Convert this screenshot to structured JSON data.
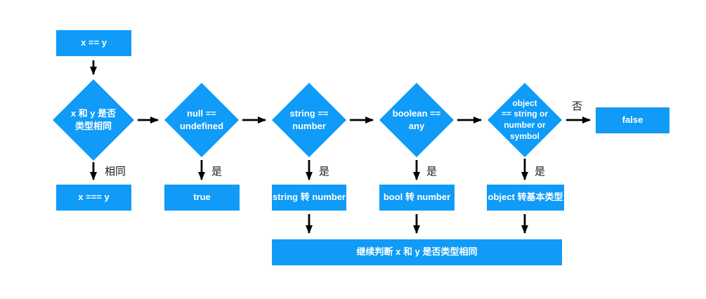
{
  "colors": {
    "node_fill": "#0f9bf7",
    "node_text": "#ffffff",
    "arrow": "#000000",
    "label_text": "#1a1a1a",
    "background": "#ffffff"
  },
  "flow": {
    "start": {
      "label": "x == y"
    },
    "diamonds": [
      {
        "name": "type-same-check",
        "lines": [
          "x 和 y 是否",
          "类型相同"
        ]
      },
      {
        "name": "null-undefined-check",
        "lines": [
          "null ==",
          "undefined"
        ]
      },
      {
        "name": "string-number-check",
        "lines": [
          "string ==",
          "number"
        ]
      },
      {
        "name": "boolean-any-check",
        "lines": [
          "boolean ==",
          "any"
        ]
      },
      {
        "name": "object-primitive-check",
        "lines": [
          "object",
          "== string or",
          "number or",
          "symbol"
        ]
      }
    ],
    "results": {
      "strict_equal": "x === y",
      "true_result": "true",
      "string_to_number": "string 转 number",
      "bool_to_number": "bool 转 number",
      "object_to_primitive": "object 转基本类型",
      "false_result": "false",
      "continue_check": "继续判断 x 和 y 是否类型相同"
    },
    "edge_labels": {
      "same": "相同",
      "yes": "是",
      "no": "否"
    }
  }
}
